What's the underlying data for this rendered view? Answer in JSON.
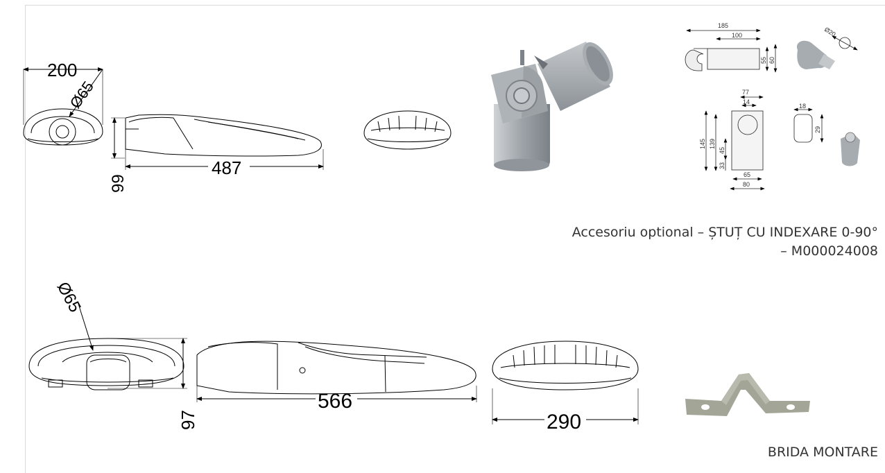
{
  "top_row": {
    "width_200": "200",
    "diameter_65": "Ø65",
    "height_99": "99",
    "length_487": "487"
  },
  "bottom_row": {
    "diameter_65": "Ø65",
    "height_97": "97",
    "length_566": "566",
    "width_290": "290"
  },
  "accessory_drawing": {
    "d185": "185",
    "d100": "100",
    "d55": "55",
    "d60": "60",
    "d20": "Ø20",
    "d77": "77",
    "d14": "14",
    "d145": "145",
    "d139": "139",
    "d45": "45",
    "d33": "33",
    "d65": "65",
    "d80": "80",
    "d18": "18",
    "d29": "29"
  },
  "captions": {
    "accessory_line1": "Accesoriu optional – ȘTUȚ CU INDEXARE  0-90°",
    "accessory_line2": "– M000024008",
    "bracket": "BRIDA MONTARE"
  },
  "colors": {
    "product_grey": "#9da3a8",
    "bracket_grey": "#a3a596",
    "caption_text": "#333333"
  }
}
